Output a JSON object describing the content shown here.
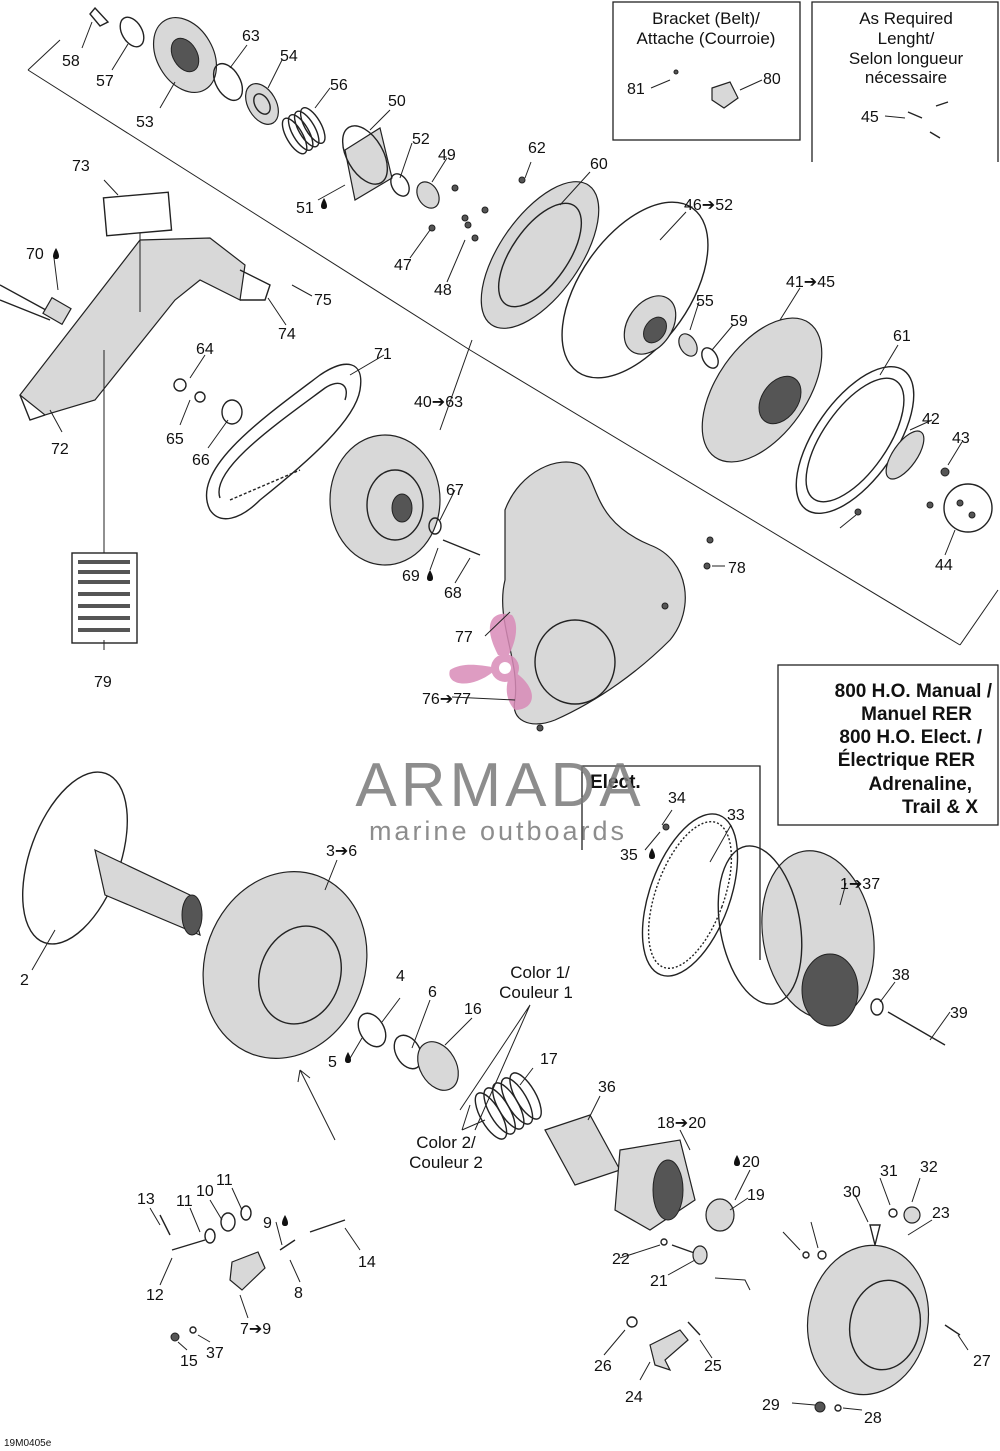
{
  "diagram": {
    "code": "19M0405e",
    "title_box": [
      "800 H.O. Manual /",
      "Manuel RER",
      "800 H.O. Elect. /",
      "Électrique RER",
      "Adrenaline,",
      "Trail & X"
    ],
    "bracket_box": {
      "title": [
        "Bracket (Belt)/",
        "Attache (Courroie)"
      ],
      "labels": [
        "81",
        "80"
      ]
    },
    "as_required_box": {
      "title": [
        "As Required",
        "Lenght/",
        "Selon longueur",
        "nécessaire"
      ],
      "labels": [
        "45"
      ]
    },
    "elect_label": "Elect.",
    "color1": [
      "Color 1/",
      "Couleur 1"
    ],
    "color2": [
      "Color 2/",
      "Couleur 2"
    ],
    "watermark": {
      "brand": "ARMADA",
      "tagline": "marine outboards"
    },
    "labels": [
      "58",
      "57",
      "53",
      "63",
      "54",
      "56",
      "50",
      "52",
      "49",
      "51",
      "62",
      "60",
      "46➔52",
      "47",
      "48",
      "55",
      "59",
      "41➔45",
      "61",
      "42",
      "43",
      "44",
      "73",
      "70",
      "75",
      "74",
      "71",
      "64",
      "65",
      "66",
      "72",
      "40➔63",
      "67",
      "69",
      "68",
      "78",
      "77",
      "76➔77",
      "79",
      "2",
      "3➔6",
      "4",
      "6",
      "5",
      "16",
      "17",
      "36",
      "34",
      "33",
      "35",
      "1➔37",
      "38",
      "39",
      "18➔20",
      "20",
      "19",
      "21",
      "22",
      "31",
      "32",
      "30",
      "23",
      "27",
      "28",
      "29",
      "24",
      "25",
      "26",
      "13",
      "11",
      "10",
      "11",
      "9",
      "14",
      "12",
      "8",
      "15",
      "37",
      "7➔9"
    ]
  }
}
